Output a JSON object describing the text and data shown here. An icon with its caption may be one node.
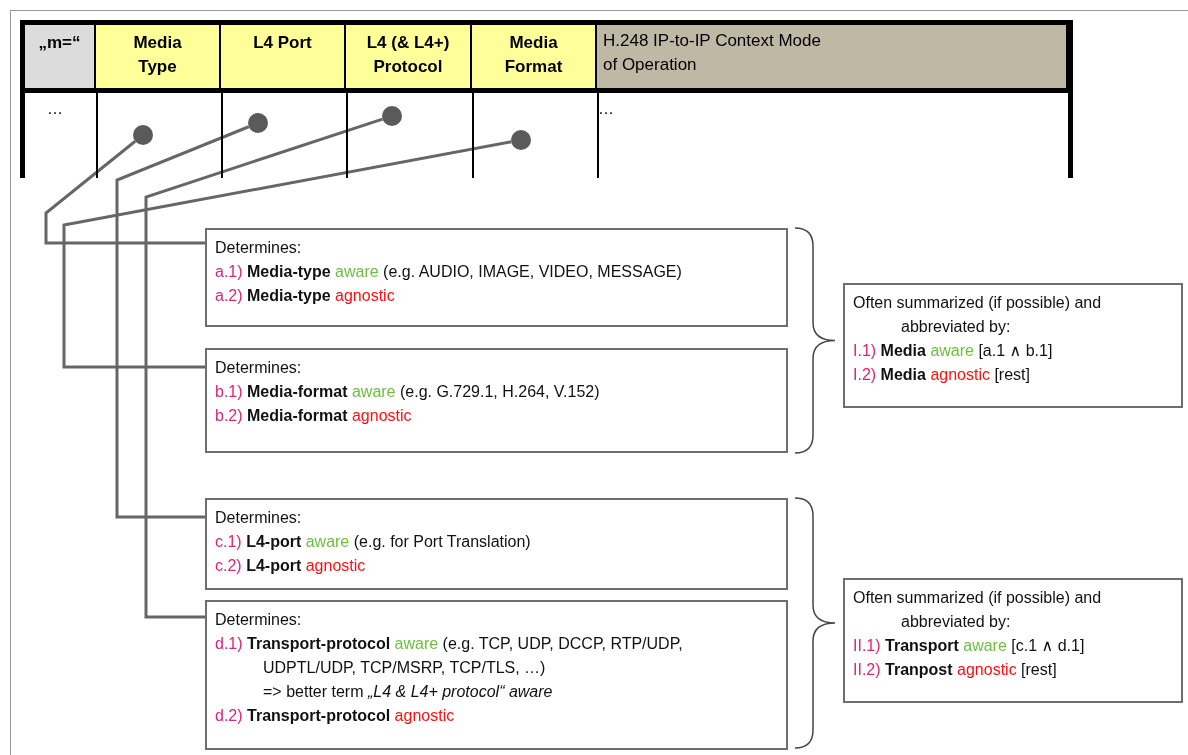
{
  "diagram": {
    "nodes": [
      {
        "text": [
          "„m=“"
        ]
      },
      {
        "text": [
          "Media Type"
        ]
      },
      {
        "text": [
          "L4 Port"
        ]
      },
      {
        "text": [
          "L4 (& L4+) Protocol"
        ]
      },
      {
        "text": [
          "Media Format"
        ]
      },
      {
        "text": [
          "H.248 IP-to-IP Context Mode of Operation"
        ]
      },
      {
        "text": [],
        "shape": "circle"
      },
      {
        "text": [],
        "shape": "circle"
      },
      {
        "text": [],
        "shape": "circle"
      },
      {
        "text": [],
        "shape": "circle"
      },
      {
        "text": [
          "Determines:",
          "a.1) **Media-type** aware (e.g. AUDIO, IMAGE, VIDEO,  MESSAGE)",
          "a.2) **Media-type** agnostic"
        ]
      },
      {
        "text": [
          "Determines:",
          "b.1) **Media-format** aware (e.g. G.729.1, H.264, V.152)",
          "b.2) **Media-format** agnostic"
        ]
      },
      {
        "text": [
          "Determines:",
          "c.1) **L4-port** aware (e.g. for Port Translation)",
          "c.2) **L4-port** agnostic"
        ]
      },
      {
        "text": [
          "Determines:",
          "d.1) **Transport-protocol** aware (e.g. TCP, UDP, DCCP, RTP/UDP, UDPTL/UDP, TCP/MSRP, TCP/TLS, …)",
          "=> better term *„L4 & L4+ protocol“ aware*",
          "d.2) **Transport-protocol** agnostic"
        ]
      },
      {
        "text": [
          "Often summarized (if possible) and abbreviated by:",
          "I.1) **Media** aware [a.1 ∧ b.1]",
          "I.2) **Media** agnostic [rest]"
        ]
      },
      {
        "text": [
          "Often summarized (if possible) and abbreviated by:",
          "II.1) **Transport** aware [c.1 ∧ d.1]",
          "II.2) **Tranpost** agnostic [rest]"
        ]
      }
    ],
    "edges": [
      {
        "from": 6,
        "to": 10,
        "arrow": "none"
      },
      {
        "from": 9,
        "to": 11,
        "arrow": "none"
      },
      {
        "from": 7,
        "to": 12,
        "arrow": "none"
      },
      {
        "from": 8,
        "to": 13,
        "arrow": "none"
      }
    ],
    "labels": [
      "…",
      "…"
    ]
  }
}
